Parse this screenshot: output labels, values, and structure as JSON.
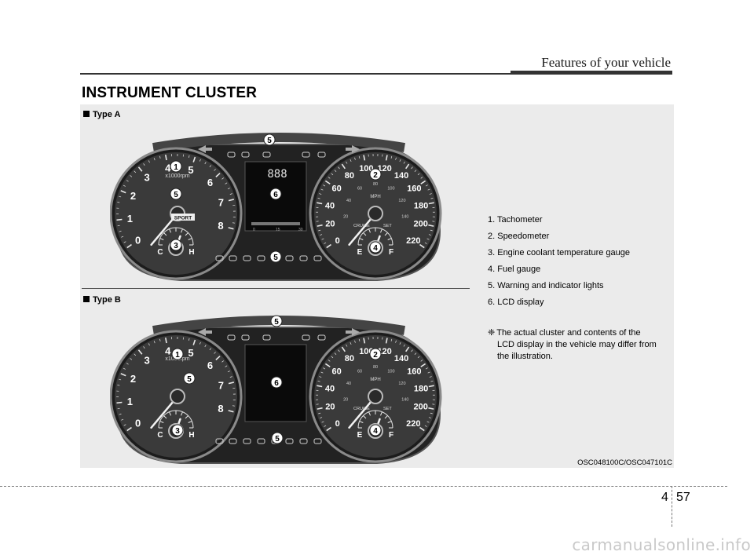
{
  "header": {
    "section_title": "Features of your vehicle"
  },
  "title": "INSTRUMENT CLUSTER",
  "type_a": "Type A",
  "type_b": "Type B",
  "legend": [
    "1. Tachometer",
    "2. Speedometer",
    "3. Engine coolant temperature gauge",
    "4. Fuel gauge",
    "5. Warning and indicator lights",
    "6. LCD display"
  ],
  "note": {
    "symbol": "❈",
    "line1": "The actual cluster and contents of the",
    "line2": "LCD display in the vehicle may differ from",
    "line3": "the illustration."
  },
  "figure_code": "OSC048100C/OSC047101C",
  "tach": {
    "ticks": [
      "0",
      "1",
      "2",
      "3",
      "4",
      "5",
      "6",
      "7",
      "8"
    ],
    "unit": "x1000rpm",
    "sport": "SPORT"
  },
  "speedo": {
    "ticks": [
      "0",
      "20",
      "40",
      "60",
      "80",
      "100",
      "120",
      "140",
      "160",
      "180",
      "200",
      "220"
    ],
    "inner": [
      "20",
      "40",
      "60",
      "80",
      "100",
      "120",
      "140"
    ],
    "unit": "MPH",
    "cruise": "CRUISE",
    "set": "SET"
  },
  "temp": {
    "c": "C",
    "h": "H"
  },
  "fuel": {
    "e": "E",
    "f": "F"
  },
  "lcd": {
    "digits": "888",
    "scale": [
      "0",
      "15",
      "30"
    ]
  },
  "callouts": [
    "1",
    "2",
    "3",
    "4",
    "5",
    "6"
  ],
  "footer": {
    "chapter": "4",
    "page": "57"
  },
  "watermark": "carmanualsonline.info"
}
